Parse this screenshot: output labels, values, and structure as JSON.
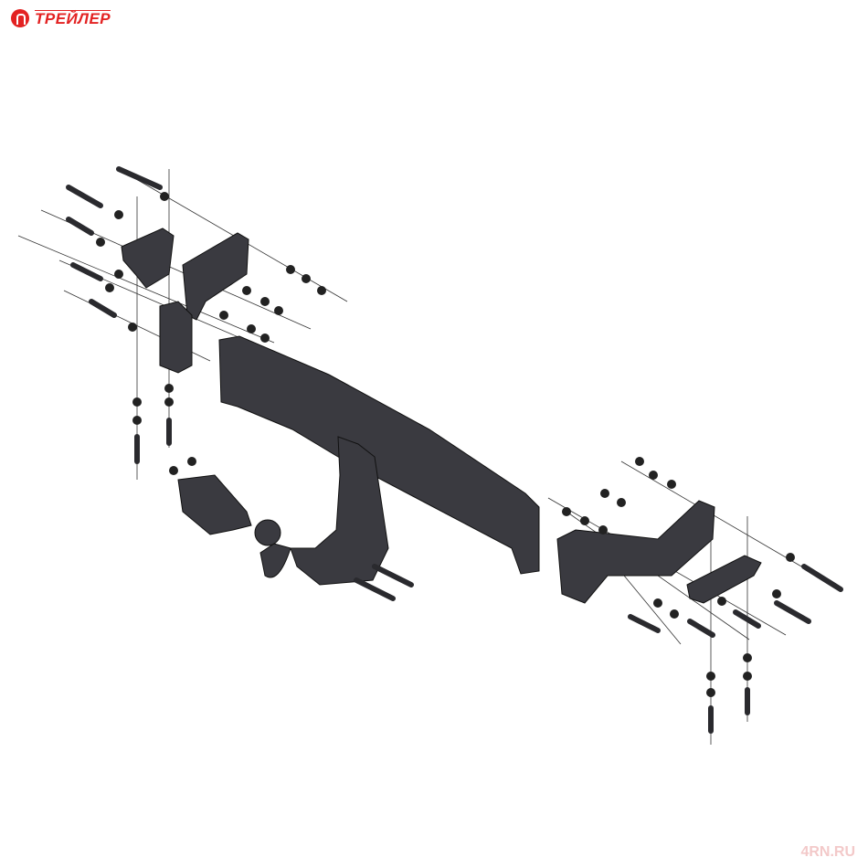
{
  "logo": {
    "text": "ТРЕЙЛЕР",
    "color": "#e32222"
  },
  "watermark": {
    "text": "4RN.RU"
  },
  "diagram": {
    "subject": "tow-hitch-exploded-view",
    "part_color": "#3a3a40"
  }
}
